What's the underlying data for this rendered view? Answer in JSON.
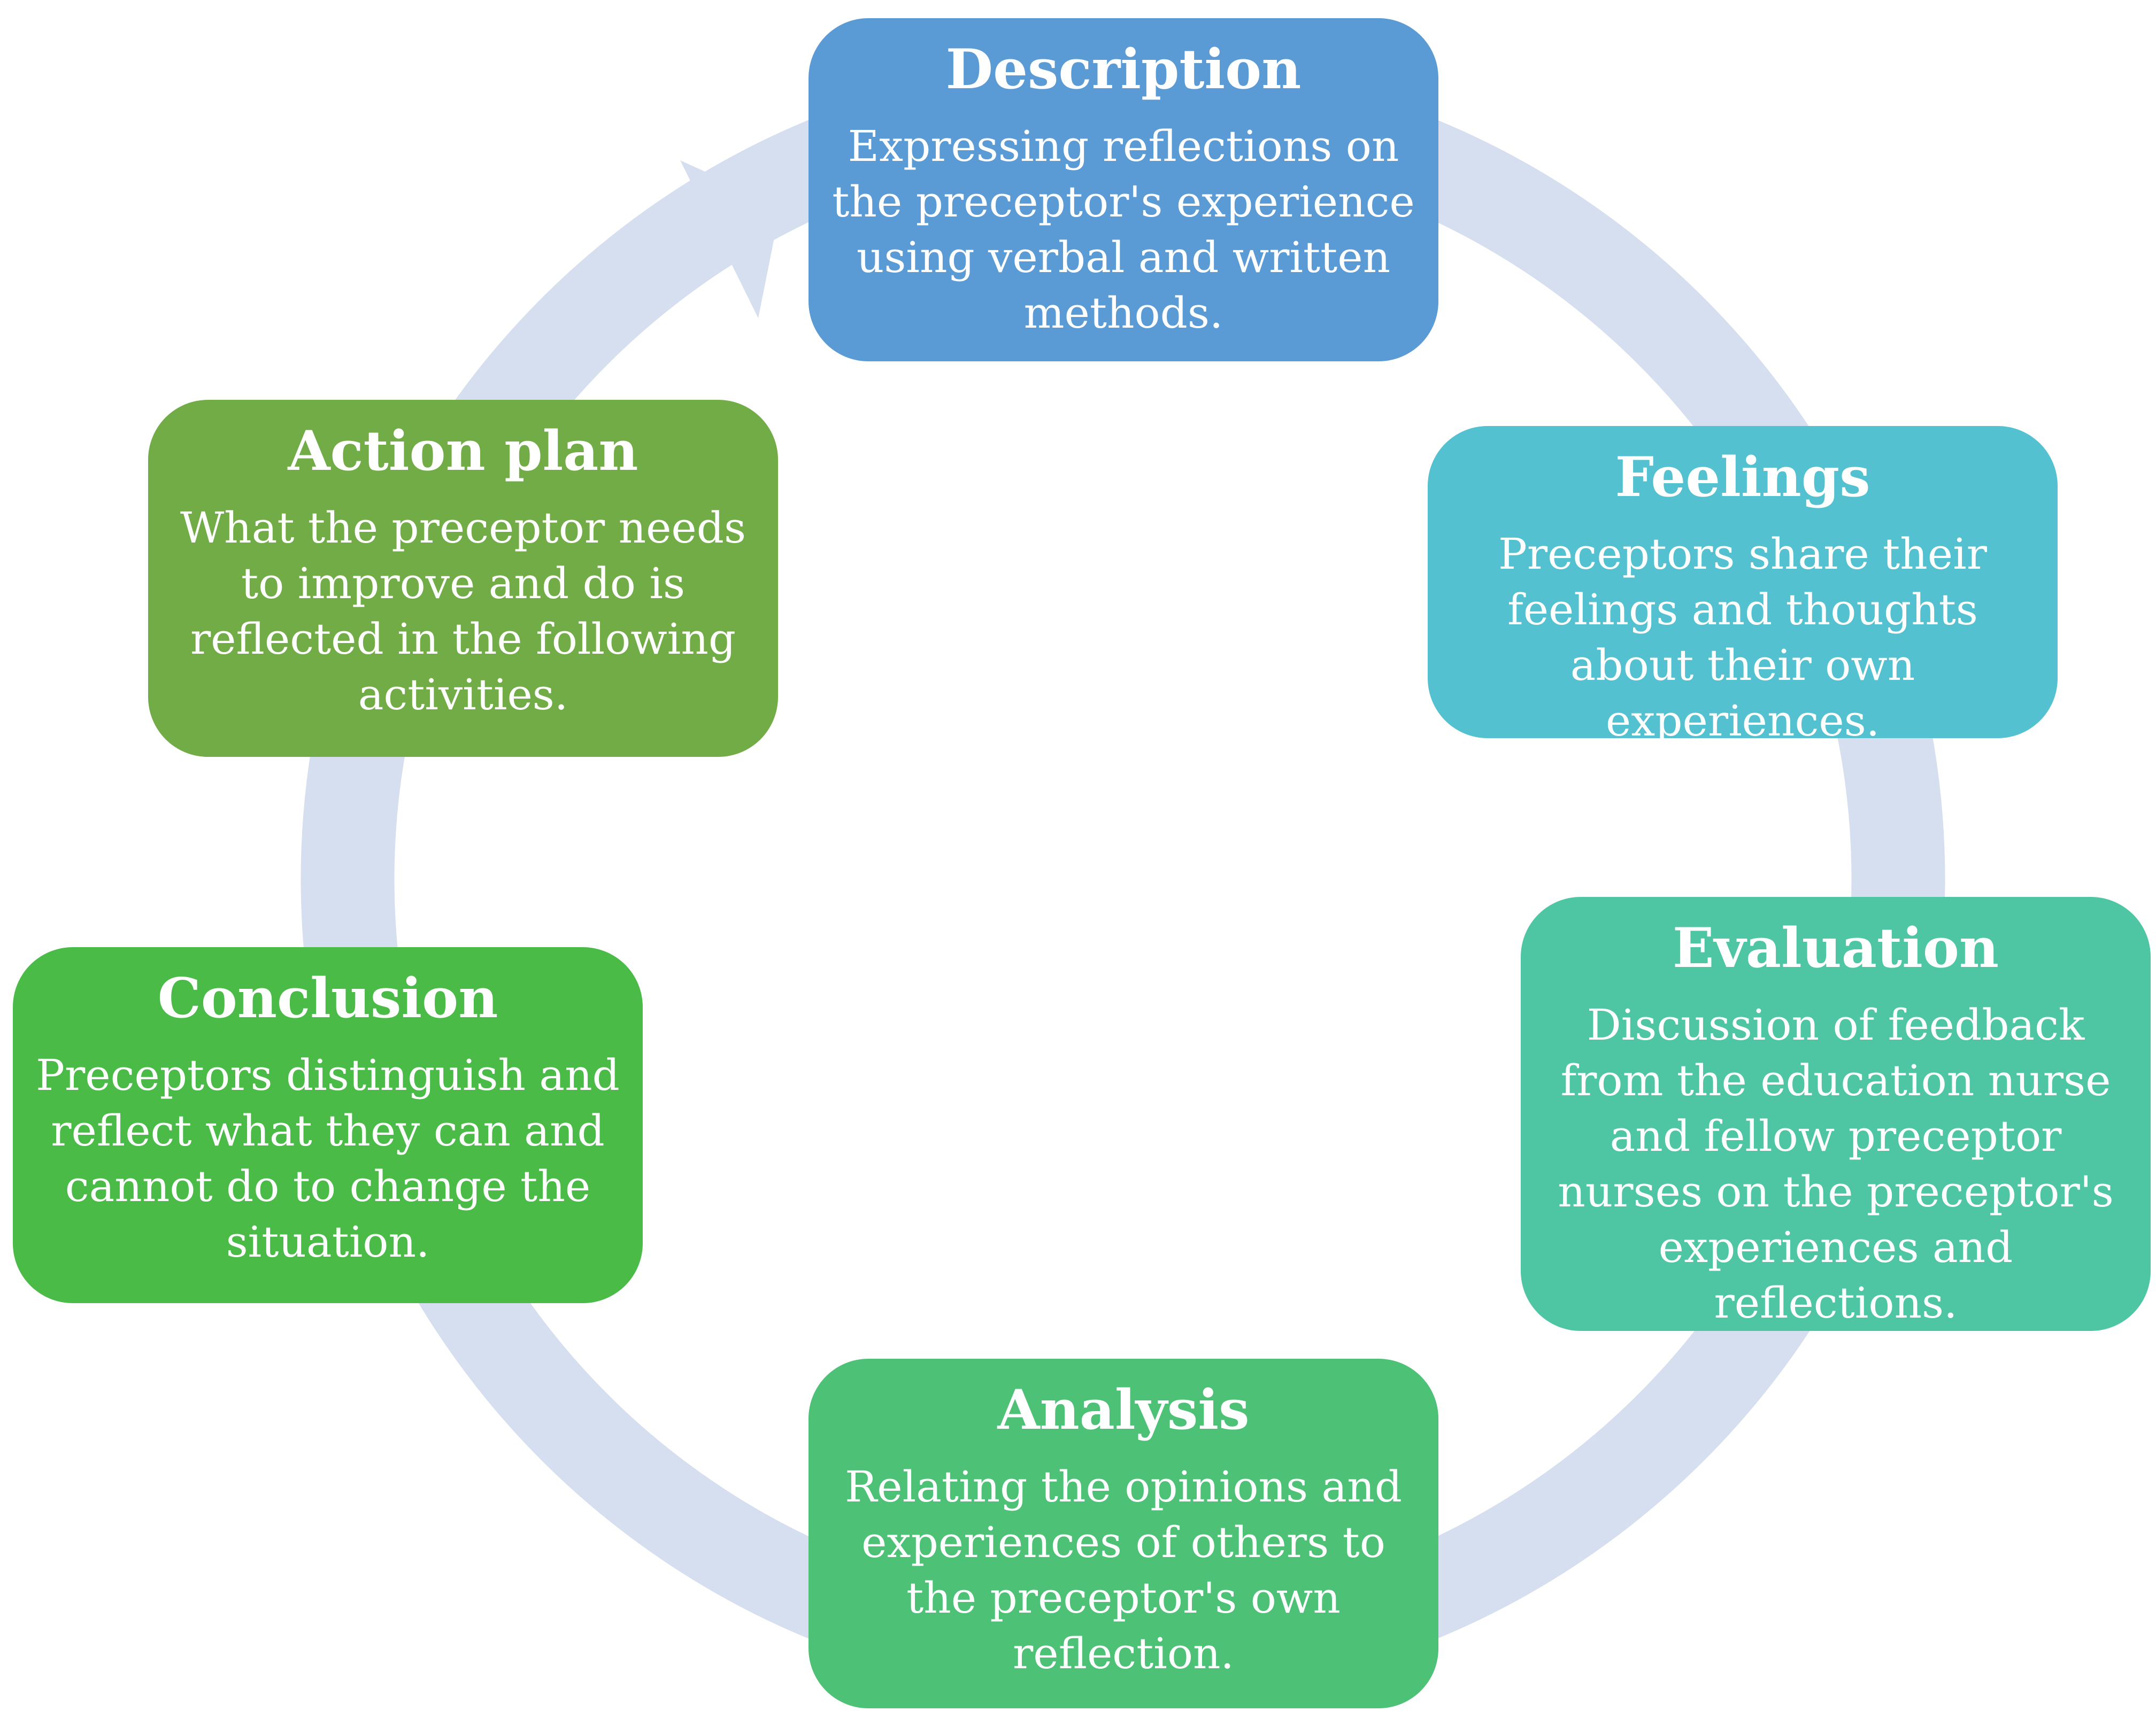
{
  "colors": {
    "ring": "#D6DFEF",
    "description": "#5B9BD5",
    "feelings": "#53C1CF",
    "evaluation": "#4FC6A3",
    "analysis": "#4DC175",
    "conclusion": "#4BBB48",
    "action_plan": "#72AC47",
    "text": "#FFFFFF"
  },
  "stages": [
    {
      "title": "Description",
      "text": "Expressing reflections on the preceptor's experience using verbal and written methods."
    },
    {
      "title": "Feelings",
      "text": "Preceptors share their feelings and thoughts about their own experiences."
    },
    {
      "title": "Evaluation",
      "text": "Discussion of feedback from the education nurse and fellow preceptor nurses on the preceptor's experiences and reflections."
    },
    {
      "title": "Analysis",
      "text": "Relating the opinions and experiences of others to the preceptor's own reflection."
    },
    {
      "title": "Conclusion",
      "text": "Preceptors distinguish and reflect what they can and cannot do to change the situation."
    },
    {
      "title": "Action plan",
      "text": "What the preceptor needs to improve and do is reflected in the following activities."
    }
  ]
}
